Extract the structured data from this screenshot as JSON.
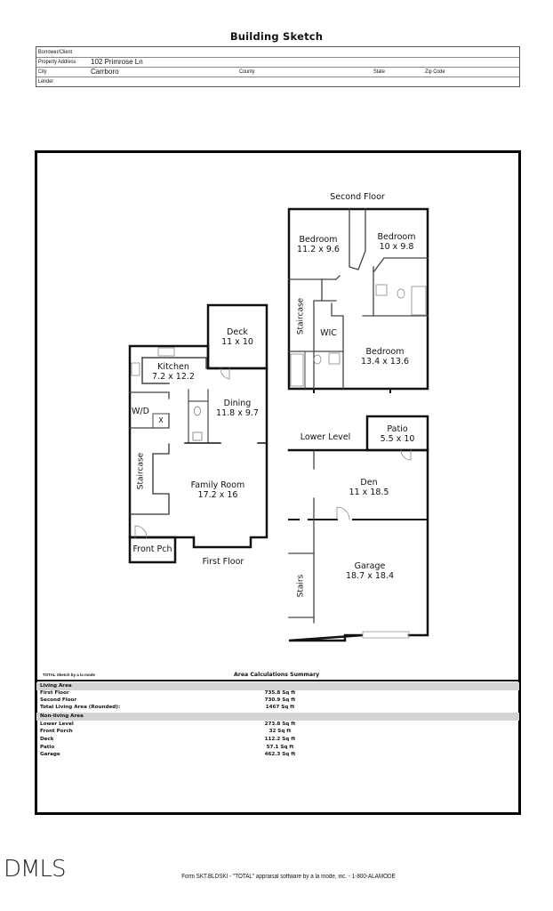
{
  "header": {
    "title": "Building Sketch",
    "fields": {
      "borrower_label": "Borrower/Client",
      "borrower_value": "",
      "address_label": "Property Address",
      "address_value": "102 Primrose Ln",
      "city_label": "City",
      "city_value": "Carrboro",
      "county_label": "County",
      "state_label": "State",
      "zip_label": "Zip Code",
      "lender_label": "Lender"
    }
  },
  "sketch": {
    "first_floor": {
      "label": "First Floor",
      "rooms": [
        {
          "name": "Deck",
          "dims": "11 x 10"
        },
        {
          "name": "Kitchen",
          "dims": "7.2 x 12.2"
        },
        {
          "name": "Dining",
          "dims": "11.8 x 9.7"
        },
        {
          "name": "W/D",
          "dims": ""
        },
        {
          "name": "X",
          "dims": ""
        },
        {
          "name": "Staircase",
          "dims": ""
        },
        {
          "name": "Family Room",
          "dims": "17.2 x 16"
        },
        {
          "name": "Front Pch",
          "dims": ""
        }
      ]
    },
    "second_floor": {
      "label": "Second Floor",
      "rooms": [
        {
          "name": "Bedroom",
          "dims": "11.2 x 9.6"
        },
        {
          "name": "Bedroom",
          "dims": "10 x 9.8"
        },
        {
          "name": "Staircase",
          "dims": ""
        },
        {
          "name": "WIC",
          "dims": ""
        },
        {
          "name": "Bedroom",
          "dims": "13.4 x 13.6"
        }
      ]
    },
    "lower_level": {
      "label": "Lower Level",
      "rooms": [
        {
          "name": "Patio",
          "dims": "5.5 x 10"
        },
        {
          "name": "Den",
          "dims": "11 x 18.5"
        },
        {
          "name": "Garage",
          "dims": "18.7 x 18.4"
        },
        {
          "name": "Stairs",
          "dims": ""
        }
      ]
    }
  },
  "summary": {
    "software_note": "TOTAL Sketch by a la mode",
    "title": "Area Calculations Summary",
    "living_header": "Living Area",
    "living": [
      {
        "label": "First Floor",
        "value": "735.8 Sq ft"
      },
      {
        "label": "Second Floor",
        "value": "730.9 Sq ft"
      },
      {
        "label": "Total Living Area (Rounded):",
        "value": "1467 Sq ft"
      }
    ],
    "nonliving_header": "Non-living Area",
    "nonliving": [
      {
        "label": "Lower Level",
        "value": "273.8 Sq ft"
      },
      {
        "label": "Front Porch",
        "value": "32 Sq ft"
      },
      {
        "label": "Deck",
        "value": "112.2 Sq ft"
      },
      {
        "label": "Patio",
        "value": "57.1 Sq ft"
      },
      {
        "label": "Garage",
        "value": "462.3 Sq ft"
      }
    ]
  },
  "footer": {
    "logo": "DMLS",
    "form_text": "Form SKT.BLDSKI - \"TOTAL\" appraisal software by a la mode, inc. - 1-800-ALAMODE"
  }
}
